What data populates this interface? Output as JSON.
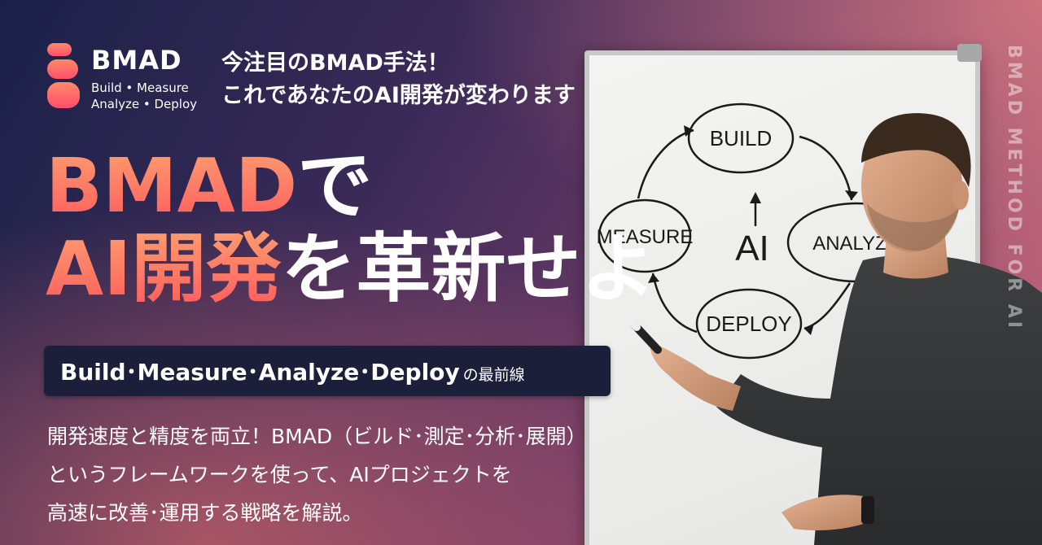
{
  "logo": {
    "word": "BMAD",
    "tagline_1": "Build • Measure",
    "tagline_2": "Analyze • Deploy"
  },
  "intro": {
    "line_1": "今注目のBMAD手法！",
    "line_2": "これであなたのAI開発が変わります"
  },
  "headline": {
    "line_1_accent": "BMAD",
    "line_1_rest": "で",
    "line_2_accent": "AI開発",
    "line_2_rest": "を革新せよ"
  },
  "banner": {
    "main": "Build･Measure･Analyze･Deploy",
    "suffix": "の最前線"
  },
  "description": {
    "line_1": "開発速度と精度を両立！BMAD（ビルド･測定･分析･展開）",
    "line_2": "というフレームワークを使って、AIプロジェクトを",
    "line_3": "高速に改善･運用する戦略を解説。"
  },
  "whiteboard": {
    "build": "BUILD",
    "measure": "MEASURE",
    "analyze": "ANALYZE",
    "deploy": "DEPLOY",
    "center": "AI"
  },
  "side_text": "BMAD METHOD FOR AI",
  "colors": {
    "accent_top": "#ffa070",
    "accent_bottom": "#ff5a5c",
    "banner_bg": "#1c1f3a"
  }
}
